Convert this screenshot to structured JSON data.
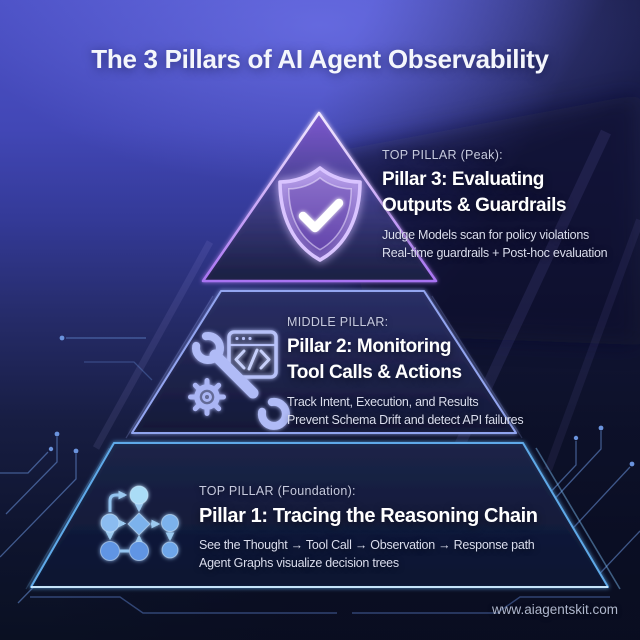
{
  "title": "The 3 Pillars of AI Agent Observability",
  "watermark": "www.aiagentskit.com",
  "colors": {
    "background_top": "#4d52c6",
    "background_bottom": "#0a1022",
    "tier_peak_edge": "#b06ef5",
    "tier_middle_edge": "#93a5f0",
    "tier_foundation_edge": "#5fc0ff",
    "heading_text": "#ffffff",
    "label_text": "#c6cade",
    "body_text": "#dadded"
  },
  "pillars": [
    {
      "tier": "peak",
      "icon": "shield-check-icon",
      "label": "TOP PILLAR (Peak):",
      "heading_lines": [
        "Pillar 3: Evaluating",
        "Outputs & Guardrails"
      ],
      "desc_lines": [
        "Judge Models scan for policy violations",
        "Real-time guardrails + Post-hoc evaluation"
      ]
    },
    {
      "tier": "middle",
      "icon": "wrench-gear-code-icon",
      "label": "MIDDLE PILLAR:",
      "heading_lines": [
        "Pillar 2: Monitoring",
        "Tool Calls & Actions"
      ],
      "desc_lines": [
        "Track Intent, Execution, and Results",
        "Prevent Schema Drift and detect API failures"
      ]
    },
    {
      "tier": "foundation",
      "icon": "flowchart-icon",
      "label": "TOP PILLAR (Foundation):",
      "heading_lines": [
        "Pillar 1: Tracing the Reasoning Chain"
      ],
      "desc_lines": [
        "See the Thought → Tool Call → Observation → Response path",
        "Agent Graphs visualize decision trees"
      ]
    }
  ]
}
